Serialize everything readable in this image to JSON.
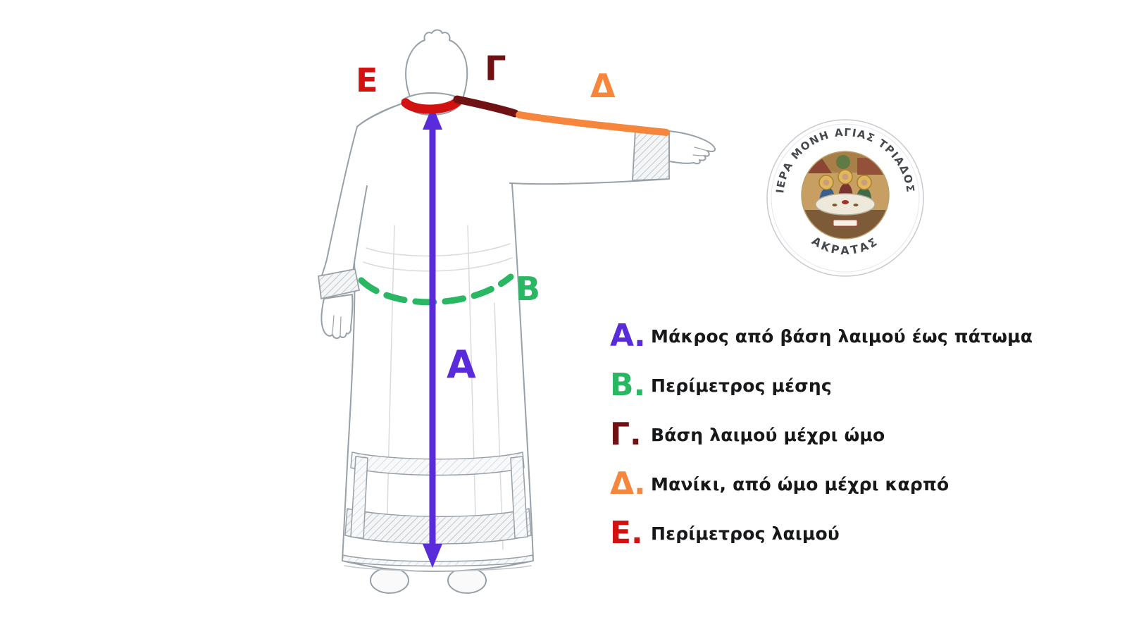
{
  "page": {
    "background": "#ffffff"
  },
  "colors": {
    "length_purple": "#5a2bdb",
    "waist_green": "#2ab763",
    "shoulder_maroon": "#701214",
    "sleeve_orange": "#f6863b",
    "neck_red": "#d21111"
  },
  "diagram": {
    "markers": {
      "A": "Α",
      "B": "Β",
      "C": "Γ",
      "D": "Δ",
      "E": "Ε"
    }
  },
  "legend": {
    "items": [
      {
        "letter": "Α.",
        "color": "#5a2bdb",
        "text": "Μάκρος από βάση λαιμού έως πάτωμα"
      },
      {
        "letter": "Β.",
        "color": "#2ab763",
        "text": "Περίμετρος μέσης"
      },
      {
        "letter": "Γ.",
        "color": "#701214",
        "text": "Βάση λαιμού μέχρι ώμο"
      },
      {
        "letter": "Δ.",
        "color": "#f6863b",
        "text": "Μανίκι, από ώμο μέχρι καρπό"
      },
      {
        "letter": "Ε.",
        "color": "#d21111",
        "text": "Περίμετρος λαιμού"
      }
    ]
  },
  "seal": {
    "arc_text": "ΙΕΡΑ ΜΟΝΗ ΑΓΙΑΣ ΤΡΙΑΔΟΣ",
    "bottom_text": "ΑΚΡΑΤΑΣ"
  }
}
